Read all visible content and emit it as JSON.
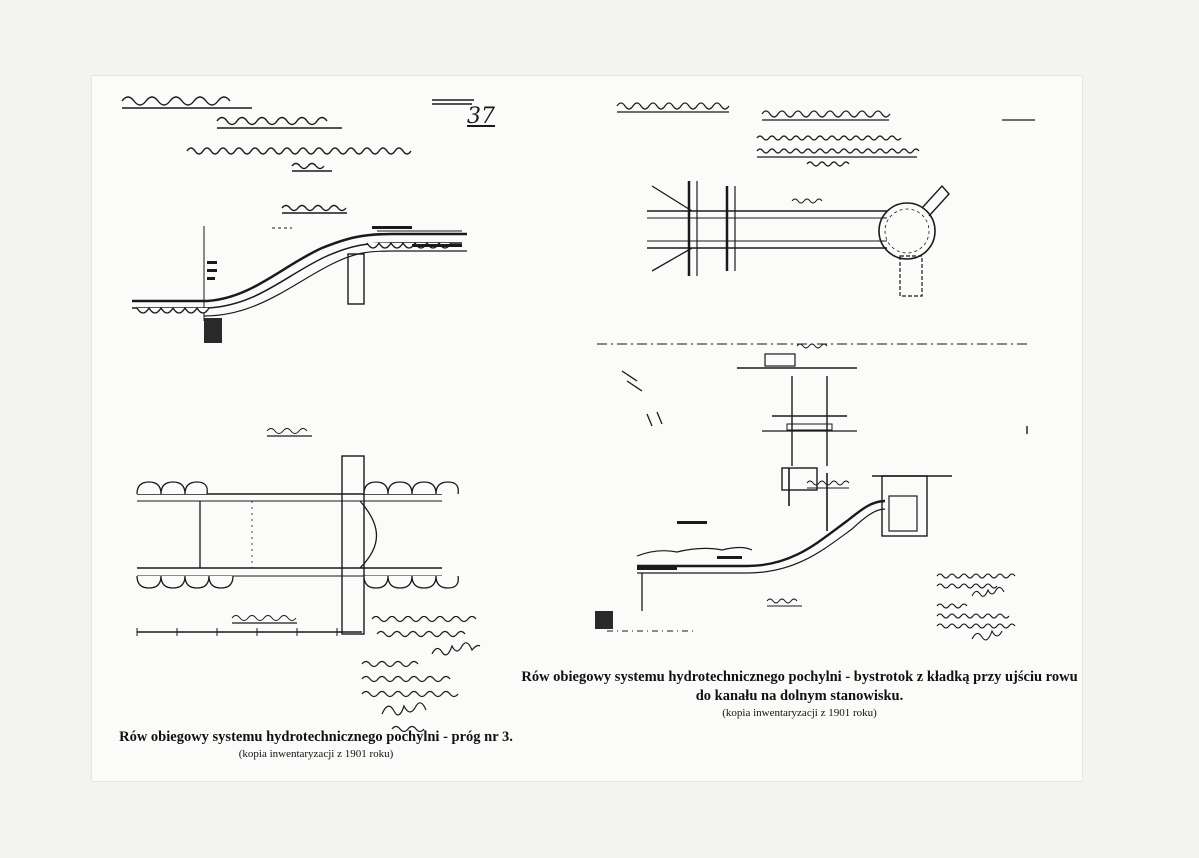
{
  "left_panel": {
    "sheet_number": "37",
    "caption_main": "Rów obiegowy systemu hydrotechnicznego pochylni - próg nr 3.",
    "caption_sub": "(kopia inwentaryzacji z 1901 roku)"
  },
  "right_panel": {
    "caption_main": "Rów obiegowy systemu hydrotechnicznego pochylni - bystrotok z kładką przy ujściu rowu do kanału na dolnym stanowisku.",
    "caption_sub": "(kopia inwentaryzacji z 1901 roku)"
  },
  "colors": {
    "ink": "#1a1a1a",
    "paper": "#fbfbfa",
    "background": "#f3f3f1"
  }
}
